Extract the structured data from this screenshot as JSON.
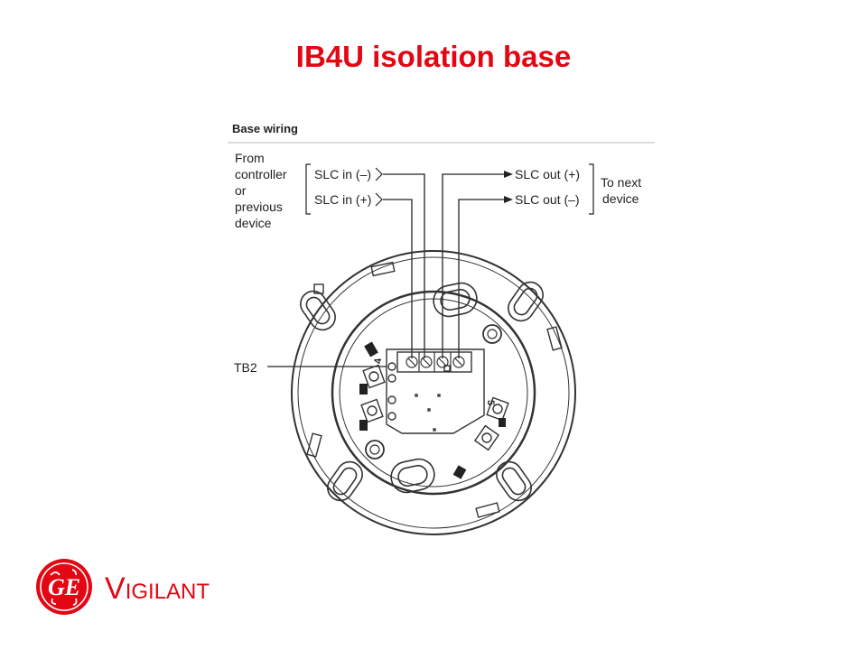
{
  "slide": {
    "title": "IB4U isolation base",
    "title_color": "#e30613"
  },
  "diagram": {
    "header": "Base wiring",
    "from_label": [
      "From",
      "controller",
      "or",
      "previous",
      "device"
    ],
    "slc_in_minus": "SLC in (–)",
    "slc_in_plus": "SLC in (+)",
    "slc_out_plus": "SLC out (+)",
    "slc_out_minus": "SLC out (–)",
    "to_label": [
      "To next",
      "device"
    ],
    "tb2_label": "TB2",
    "terminal_number_left": "4",
    "terminal_number_right": "5"
  },
  "logo": {
    "brand_initial": "V",
    "brand_rest": "IGILANT",
    "brand_color": "#e30613"
  }
}
